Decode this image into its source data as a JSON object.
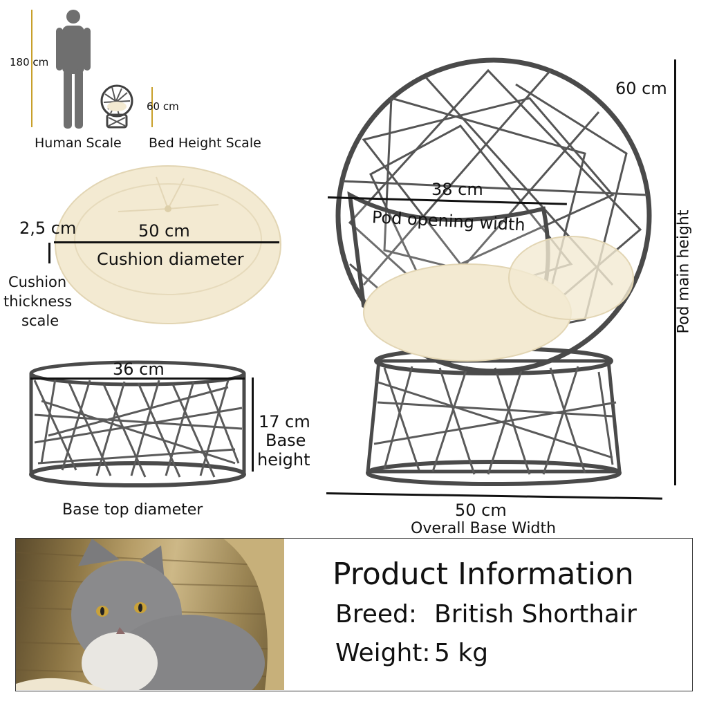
{
  "scale": {
    "human_height": "180 cm",
    "human_caption": "Human Scale",
    "bed_height": "60 cm",
    "bed_caption": "Bed Height Scale"
  },
  "cushion": {
    "thickness": "2,5 cm",
    "diameter": "50 cm",
    "diameter_caption": "Cushion diameter",
    "thickness_caption_1": "Cushion",
    "thickness_caption_2": "thickness",
    "thickness_caption_3": "scale"
  },
  "base": {
    "top_diameter": "36 cm",
    "top_caption": "Base top diameter",
    "height": "17 cm",
    "height_caption_1": "Base",
    "height_caption_2": "height"
  },
  "pod": {
    "opening_width": "38 cm",
    "opening_caption": "Pod opening width",
    "main_height": "60 cm",
    "main_height_caption": "Pod main height",
    "overall_width": "50 cm",
    "overall_width_caption": "Overall Base Width"
  },
  "product_info": {
    "title": "Product Information",
    "breed_label": "Breed:",
    "breed_value": "British Shorthair",
    "weight_label": "Weight:",
    "weight_value": "5 kg"
  },
  "colors": {
    "rattan": "#4a4a4a",
    "cushion": "#f3ead2",
    "scale_marker": "#c8a02a"
  }
}
